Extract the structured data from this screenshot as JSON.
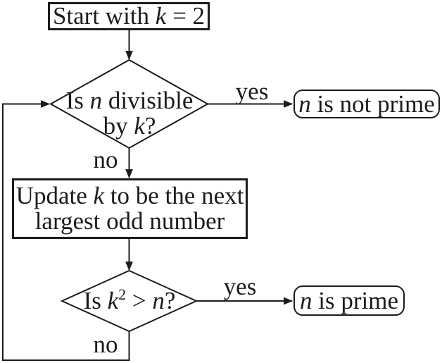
{
  "figure": {
    "background": "#ffffff",
    "stroke_color": "#1c1c1c",
    "description": "Flowchart for testing whether n is prime by trial division"
  },
  "nodes": {
    "start": {
      "pre": "Start with ",
      "var": "k",
      "post": " = 2"
    },
    "decision1": {
      "line1_pre": "Is ",
      "line1_var": "n",
      "line1_post": " divisible",
      "line2_pre": "by ",
      "line2_var": "k",
      "line2_post": "?"
    },
    "update": {
      "line1_pre": "Update ",
      "line1_var": "k",
      "line1_post": " to be the next",
      "line2": "largest odd number"
    },
    "decision2": {
      "pre": "Is ",
      "var1": "k",
      "sup": "2",
      "mid": " > ",
      "var2": "n",
      "post": "?"
    },
    "not_prime": {
      "var": "n",
      "post": " is not prime"
    },
    "prime": {
      "var": "n",
      "post": " is prime"
    }
  },
  "edge_labels": {
    "yes1": "yes",
    "no1": "no",
    "yes2": "yes",
    "no2": "no"
  }
}
